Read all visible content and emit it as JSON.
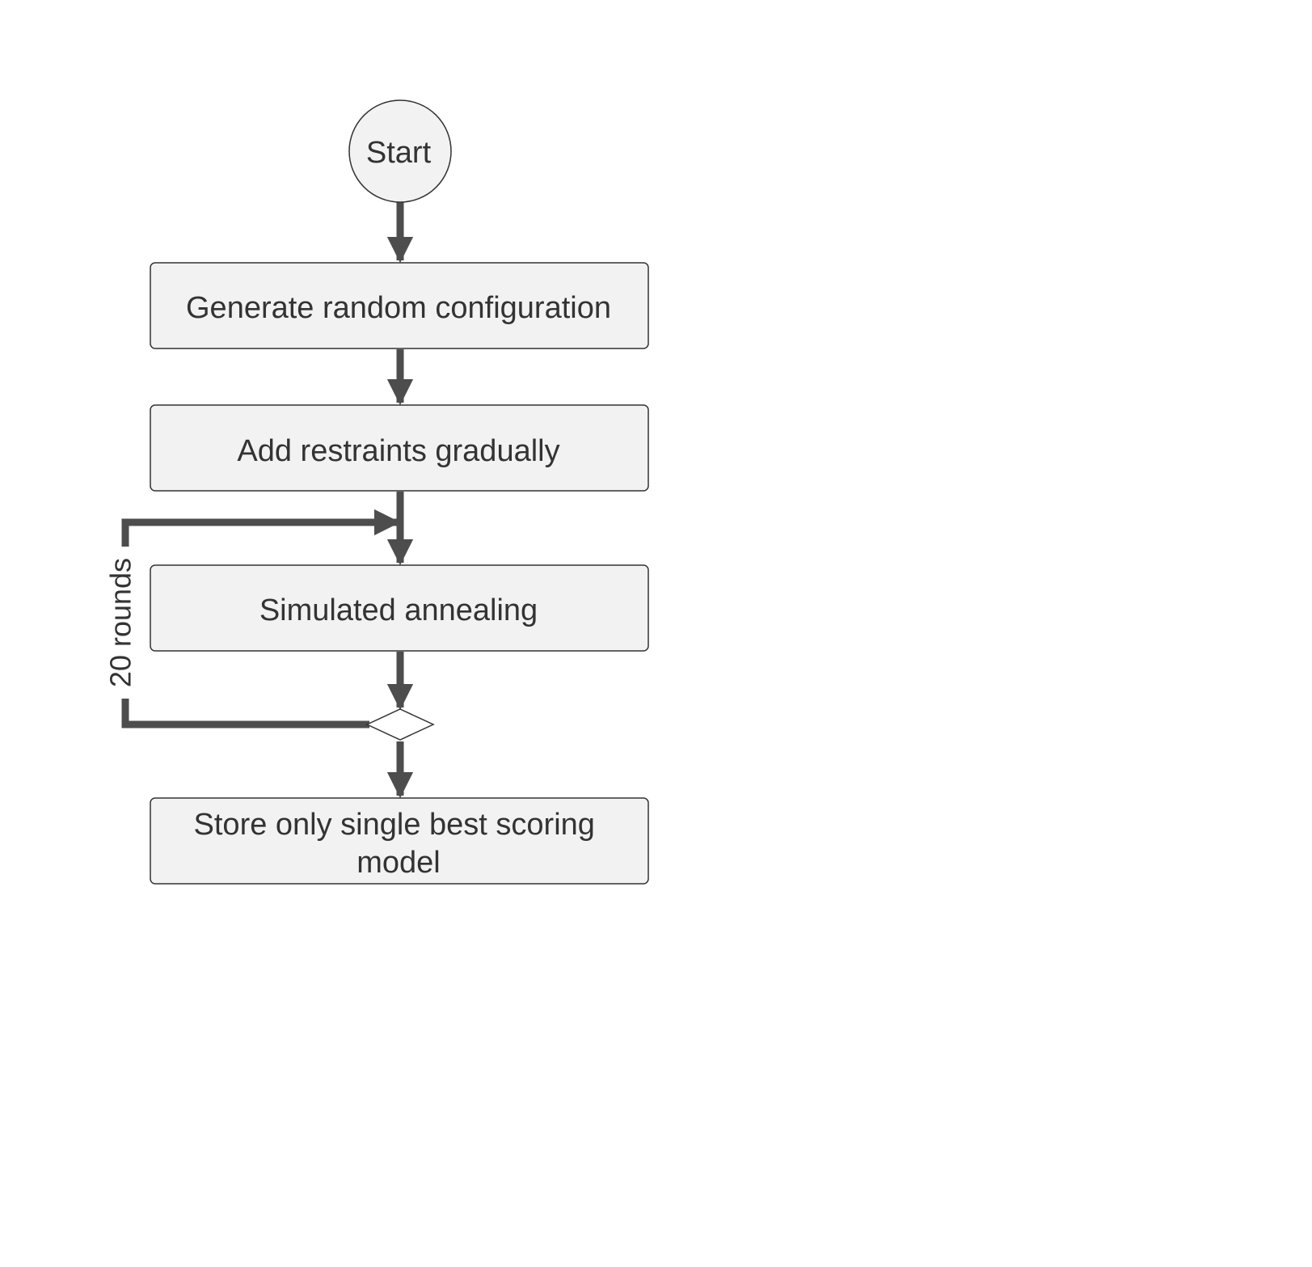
{
  "nodes": {
    "start": "Start",
    "generate": "Generate random configuration",
    "restraints": "Add restraints gradually",
    "annealing": "Simulated annealing",
    "store": {
      "line1": "Store only single best scoring",
      "line2": "model"
    }
  },
  "loop": {
    "label": "20 rounds"
  },
  "colors": {
    "node_fill": "#f2f2f2",
    "node_stroke": "#333333",
    "arrow": "#4d4d4d",
    "text": "#333333"
  }
}
